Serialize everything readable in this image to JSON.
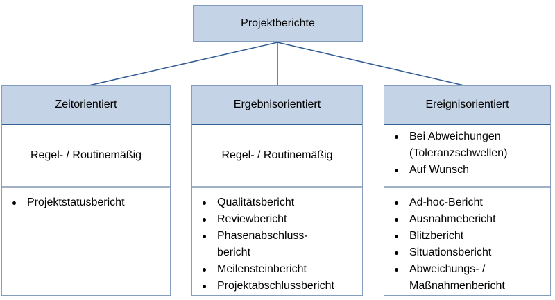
{
  "colors": {
    "fill": "#C5D3E7",
    "border": "#849CBE",
    "divider_dark": "#355F91",
    "divider_light": "#9FB0C7",
    "connector": "#2F5B92"
  },
  "root": {
    "title": "Projektberichte"
  },
  "columns": [
    {
      "header": "Zeitorientiert",
      "middle_text": "Regel- / Routinemäßig",
      "items": [
        "Projektstatusbericht"
      ]
    },
    {
      "header": "Ergebnisorientiert",
      "middle_text": "Regel- / Routinemäßig",
      "items": [
        "Qualitätsbericht",
        "Reviewbericht",
        "Phasenabschluss-\nbericht",
        "Meilensteinbericht",
        "Projektabschlussbericht"
      ]
    },
    {
      "header": "Ereignisorientiert",
      "middle_items": [
        "Bei Abweichungen\n(Toleranzschwellen)",
        "Auf Wunsch"
      ],
      "items": [
        "Ad-hoc-Bericht",
        "Ausnahmebericht",
        "Blitzbericht",
        "Situationsbericht",
        "Abweichungs- /\nMaßnahmenbericht"
      ]
    }
  ]
}
